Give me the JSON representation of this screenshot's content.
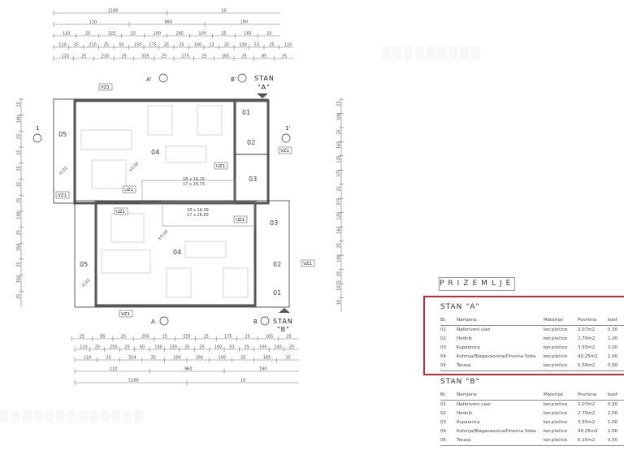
{
  "plan": {
    "dims_top": [
      [
        "1160",
        "10"
      ],
      [
        "110",
        "860",
        "190"
      ],
      [
        "110",
        "25",
        "325",
        "25",
        "100",
        "265",
        "100",
        "25",
        "165",
        "25"
      ],
      [
        "110",
        "25",
        "210",
        "25",
        "50",
        "150",
        "175",
        "25",
        "25",
        "100",
        "13",
        "25",
        "100",
        "53",
        "25",
        "110"
      ],
      [
        "110",
        "25",
        "210",
        "25",
        "335",
        "25",
        "175",
        "25",
        "165",
        "25",
        "85",
        "25"
      ]
    ],
    "dims_bottom": [
      [
        "25",
        "85",
        "25",
        "250",
        "25",
        "335",
        "25",
        "175",
        "25",
        "165",
        "25"
      ],
      [
        "110",
        "25",
        "250",
        "25",
        "50",
        "150",
        "135",
        "25",
        "25",
        "100",
        "53",
        "25",
        "100",
        "145",
        "25"
      ],
      [
        "110",
        "25",
        "324",
        "25",
        "100",
        "260",
        "100",
        "25",
        "165",
        "25"
      ],
      [
        "110",
        "960",
        "190"
      ],
      [
        "1160",
        "10"
      ]
    ],
    "dims_left": [
      "25",
      "100",
      "25",
      "15",
      "25",
      "15",
      "25",
      "100",
      "25",
      "350",
      "25",
      "350",
      "25"
    ],
    "dims_right": [
      "25",
      "100",
      "25",
      "165",
      "125",
      "375",
      "25",
      "375",
      "125",
      "165",
      "25",
      "100",
      "25",
      "1075",
      "10"
    ],
    "rooms_a": [
      "01",
      "02",
      "03",
      "04",
      "05"
    ],
    "rooms_b": [
      "01",
      "02",
      "03",
      "04",
      "05"
    ],
    "tags": {
      "vz": "VZ1",
      "uz": "UZ1"
    },
    "sections": {
      "a": "A",
      "a_prime": "A'",
      "b": "B",
      "b_prime": "B'",
      "one": "1",
      "one_prime": "1'"
    },
    "stan_a": [
      "STAN",
      "\"A\""
    ],
    "stan_b": [
      "STAN",
      "\"B\""
    ],
    "stair_a": [
      "18 x 16,19",
      "17 x 28,73"
    ],
    "stair_b": [
      "18 x 16,39",
      "17 x 28,83"
    ],
    "level_marks": [
      "±0,00",
      "-0,02"
    ]
  },
  "floor_label": "PRIZEMLJE",
  "highlight_color": "#c8283c",
  "tables": [
    {
      "title": "STAN \"A\"",
      "headers": [
        "Br.",
        "Namjena",
        "Materijal",
        "Površina",
        "koef"
      ],
      "rows": [
        [
          "01",
          "Natkriveni ulaz",
          "ker.pločice",
          "2,07m2",
          "0,50"
        ],
        [
          "02",
          "Hodnik",
          "ker.pločice",
          "2,70m2",
          "1,00"
        ],
        [
          "03",
          "Kupaonica",
          "ker.pločice",
          "3,55m2",
          "1,00"
        ],
        [
          "04",
          "Kuhinja/Blagavaonica/Dnevna Soba",
          "ker.pločice",
          "40,25m2",
          "1,00"
        ],
        [
          "05",
          "Terasa",
          "ker.pločice",
          "5,50m2",
          "0,50"
        ]
      ]
    },
    {
      "title": "STAN \"B\"",
      "headers": [
        "Br.",
        "Namjena",
        "Materijal",
        "Površina",
        "koef"
      ],
      "rows": [
        [
          "01",
          "Natkriveni ulaz",
          "ker.pločice",
          "2,07m2",
          "0,50"
        ],
        [
          "02",
          "Hodnik",
          "ker.pločice",
          "2,70m2",
          "1,00"
        ],
        [
          "03",
          "Kupaonica",
          "ker.pločice",
          "3,55m2",
          "1,00"
        ],
        [
          "04",
          "Kuhinja/Blagavaonica/Dnevna Soba",
          "ker.pločice",
          "40,25m2",
          "1,00"
        ],
        [
          "05",
          "Terasa",
          "ker.pločice",
          "5,15m2",
          "0,50"
        ]
      ]
    }
  ]
}
